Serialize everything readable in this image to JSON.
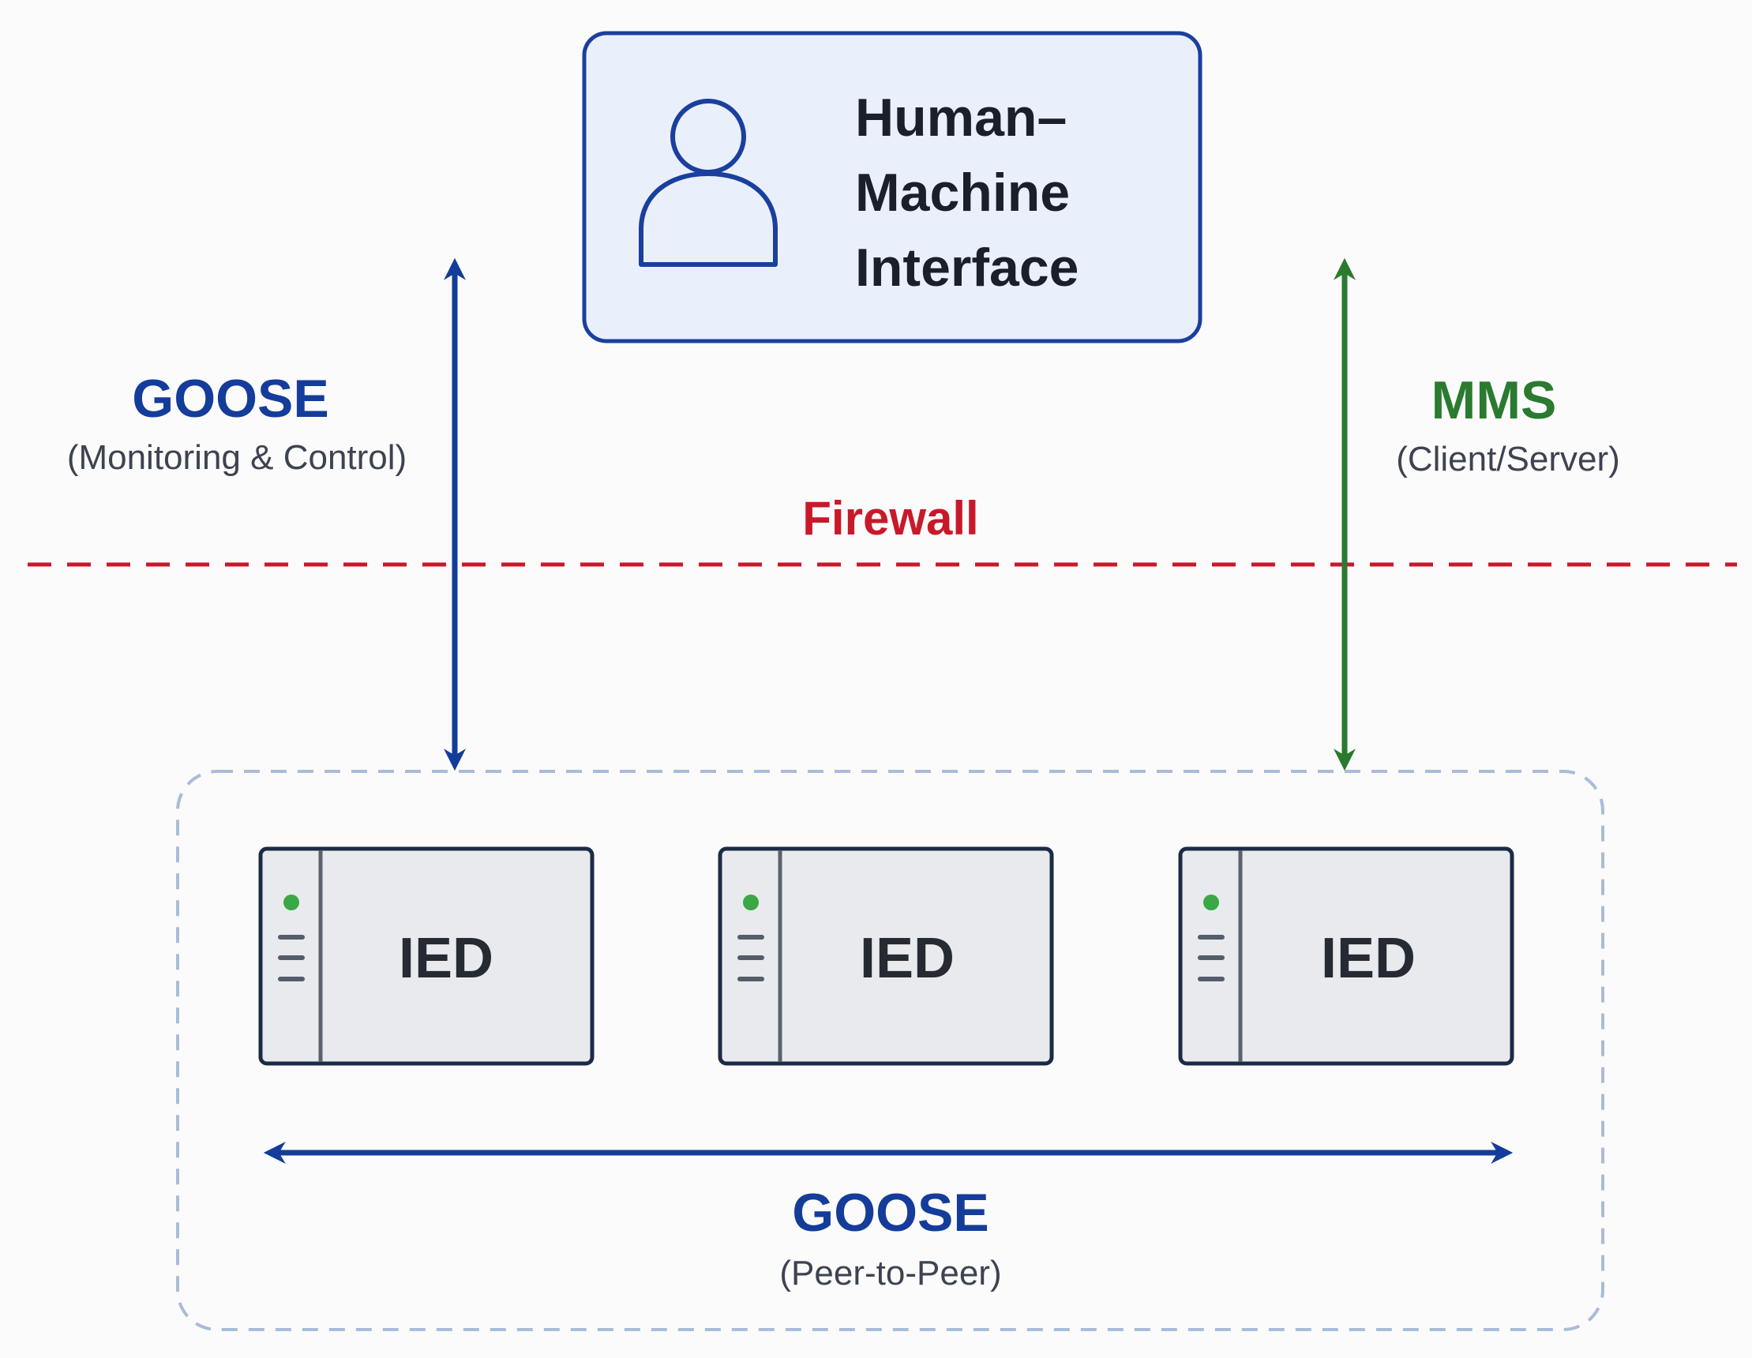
{
  "colors": {
    "goose_blue": "#143c9a",
    "mms_green": "#2a7a2f",
    "firewall_red": "#c8192b",
    "hmi_fill": "#eaf0fb",
    "hmi_border": "#1a3f9e",
    "ied_fill": "#e8eaed",
    "ied_border": "#1c2b45",
    "group_border": "#a9bcd8",
    "status_led": "#3aa844"
  },
  "hmi": {
    "icon": "user-icon",
    "title_lines": [
      "Human–",
      "Machine",
      "Interface"
    ]
  },
  "left_link": {
    "protocol": "GOOSE",
    "description": "(Monitoring & Control)"
  },
  "right_link": {
    "protocol": "MMS",
    "description": "(Client/Server)"
  },
  "firewall": {
    "label": "Firewall"
  },
  "ieds": [
    {
      "label": "IED",
      "icon": "status-led-icon"
    },
    {
      "label": "IED",
      "icon": "status-led-icon"
    },
    {
      "label": "IED",
      "icon": "status-led-icon"
    }
  ],
  "peer_link": {
    "protocol": "GOOSE",
    "description": "(Peer-to-Peer)"
  }
}
